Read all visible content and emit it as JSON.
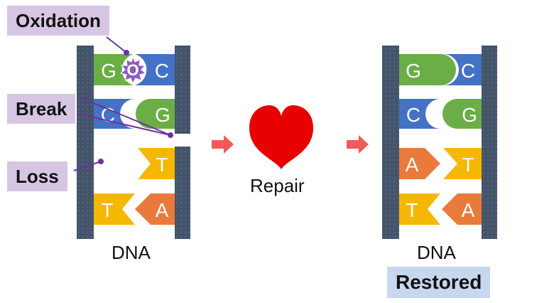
{
  "labels": {
    "oxidation": "Oxidation",
    "break": "Break",
    "loss": "Loss"
  },
  "before": {
    "caption": "DNA",
    "pairs": [
      {
        "left": "G",
        "right": "C",
        "damage": "oxidation",
        "mark": "O"
      },
      {
        "left": "C",
        "right": "G"
      },
      {
        "left": "",
        "right": "T",
        "damage": "loss"
      },
      {
        "left": "T",
        "right": "A"
      }
    ]
  },
  "repair": {
    "label": "Repair"
  },
  "after": {
    "caption": "DNA",
    "status": "Restored",
    "pairs": [
      {
        "left": "G",
        "right": "C"
      },
      {
        "left": "C",
        "right": "G"
      },
      {
        "left": "A",
        "right": "T"
      },
      {
        "left": "T",
        "right": "A"
      }
    ]
  },
  "colors": {
    "G": "#6aae45",
    "C": "#4472c4",
    "T": "#f5b800",
    "A": "#ea7a3c",
    "backbone": "#44546a",
    "arrow": "#f05a5a",
    "heart": "#e60000",
    "pointer": "#7030a0",
    "oxidation_burst": "#8e5cbf"
  }
}
